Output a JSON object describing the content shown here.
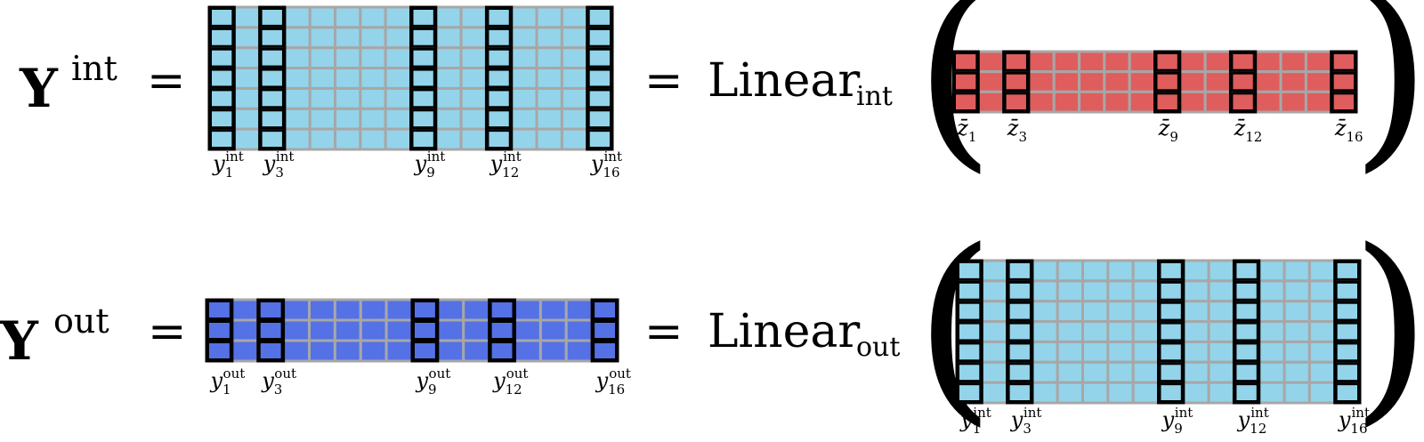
{
  "colors": {
    "light_blue": "#93d4ea",
    "red": "#df5d5d",
    "blue": "#5471e6",
    "grid": "#a7a7a7",
    "highlight": "#000000"
  },
  "highlight_columns": [
    1,
    3,
    9,
    12,
    16
  ],
  "row1": {
    "lhs": {
      "base": "Y",
      "sup": "int"
    },
    "eq1": "=",
    "eq2": "=",
    "linear": {
      "base": "Linear",
      "sub": "int"
    },
    "open_paren": "(",
    "close_paren": ")",
    "left_matrix": {
      "color": "light_blue",
      "rows": 7,
      "cols": 16,
      "labels": [
        {
          "base": "y",
          "sub": "1",
          "sup": "int"
        },
        {
          "base": "y",
          "sub": "3",
          "sup": "int"
        },
        {
          "base": "y",
          "sub": "9",
          "sup": "int"
        },
        {
          "base": "y",
          "sub": "12",
          "sup": "int"
        },
        {
          "base": "y",
          "sub": "16",
          "sup": "int"
        }
      ]
    },
    "right_matrix": {
      "color": "red",
      "rows": 3,
      "cols": 16,
      "labels": [
        {
          "base": "z̄",
          "sub": "1",
          "sup": ""
        },
        {
          "base": "z̄",
          "sub": "3",
          "sup": ""
        },
        {
          "base": "z̄",
          "sub": "9",
          "sup": ""
        },
        {
          "base": "z̄",
          "sub": "12",
          "sup": ""
        },
        {
          "base": "z̄",
          "sub": "16",
          "sup": ""
        }
      ]
    }
  },
  "row2": {
    "lhs": {
      "base": "Y",
      "sup": "out"
    },
    "eq1": "=",
    "eq2": "=",
    "linear": {
      "base": "Linear",
      "sub": "out"
    },
    "open_paren": "(",
    "close_paren": ")",
    "left_matrix": {
      "color": "blue",
      "rows": 3,
      "cols": 16,
      "labels": [
        {
          "base": "y",
          "sub": "1",
          "sup": "out"
        },
        {
          "base": "y",
          "sub": "3",
          "sup": "out"
        },
        {
          "base": "y",
          "sub": "9",
          "sup": "out"
        },
        {
          "base": "y",
          "sub": "12",
          "sup": "out"
        },
        {
          "base": "y",
          "sub": "16",
          "sup": "out"
        }
      ]
    },
    "right_matrix": {
      "color": "light_blue",
      "rows": 7,
      "cols": 16,
      "labels": [
        {
          "base": "y",
          "sub": "1",
          "sup": "int"
        },
        {
          "base": "y",
          "sub": "3",
          "sup": "int"
        },
        {
          "base": "y",
          "sub": "9",
          "sup": "int"
        },
        {
          "base": "y",
          "sub": "12",
          "sup": "int"
        },
        {
          "base": "y",
          "sub": "16",
          "sup": "int"
        }
      ]
    }
  }
}
